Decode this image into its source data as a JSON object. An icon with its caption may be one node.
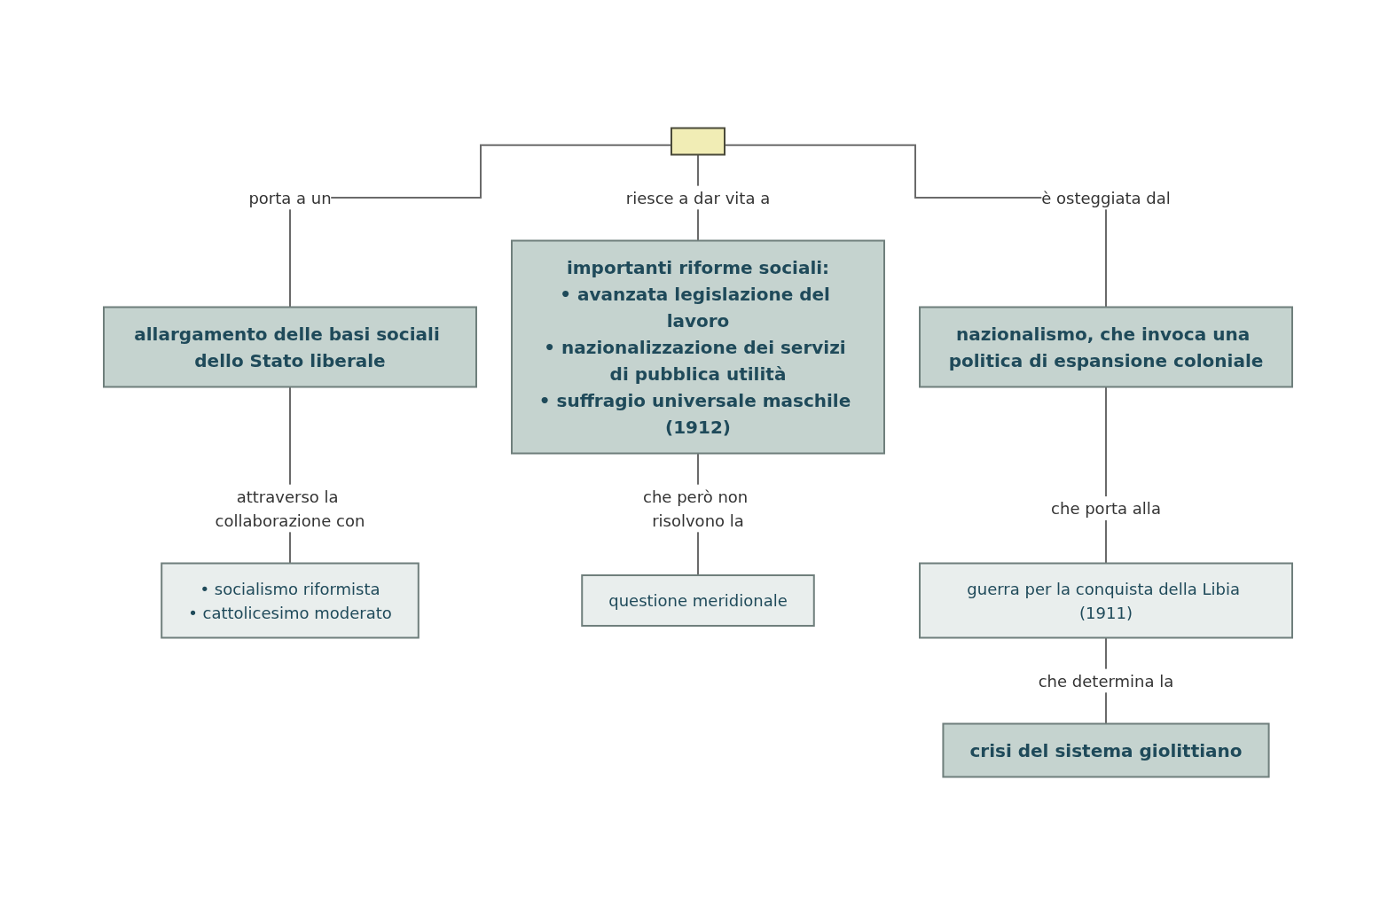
{
  "diagram": {
    "nodes": [
      {
        "text": [],
        "shape": "box"
      },
      {
        "text": [
          "allargamento delle basi sociali dello Stato liberale"
        ]
      },
      {
        "text": [
          "importanti riforme sociali:",
          "• avanzata legislazione del lavoro",
          "• nazionalizzazione dei servizi di pubblica utilità",
          "• suffragio universale maschile (1912)"
        ]
      },
      {
        "text": [
          "nazionalismo, che invoca una politica di espansione coloniale"
        ]
      },
      {
        "text": [
          "• socialismo riformista",
          "• cattolicesimo moderato"
        ]
      },
      {
        "text": [
          "questione meridionale"
        ]
      },
      {
        "text": [
          "guerra per la conquista della Libia (1911)"
        ]
      },
      {
        "text": [
          "crisi del sistema giolittiano"
        ]
      }
    ],
    "edges": [
      {
        "from": 0,
        "to": 1,
        "arrow": "none",
        "label": "porta a un"
      },
      {
        "from": 0,
        "to": 2,
        "arrow": "none",
        "label": "riesce a dar vita a"
      },
      {
        "from": 0,
        "to": 3,
        "arrow": "none",
        "label": "è osteggiata dal"
      },
      {
        "from": 1,
        "to": 4,
        "arrow": "none",
        "label": "attraverso la collaborazione con"
      },
      {
        "from": 2,
        "to": 5,
        "arrow": "none",
        "label": "che però non risolvono la"
      },
      {
        "from": 3,
        "to": 6,
        "arrow": "none",
        "label": "che porta alla"
      },
      {
        "from": 6,
        "to": 7,
        "arrow": "none",
        "label": "che determina la"
      }
    ]
  }
}
